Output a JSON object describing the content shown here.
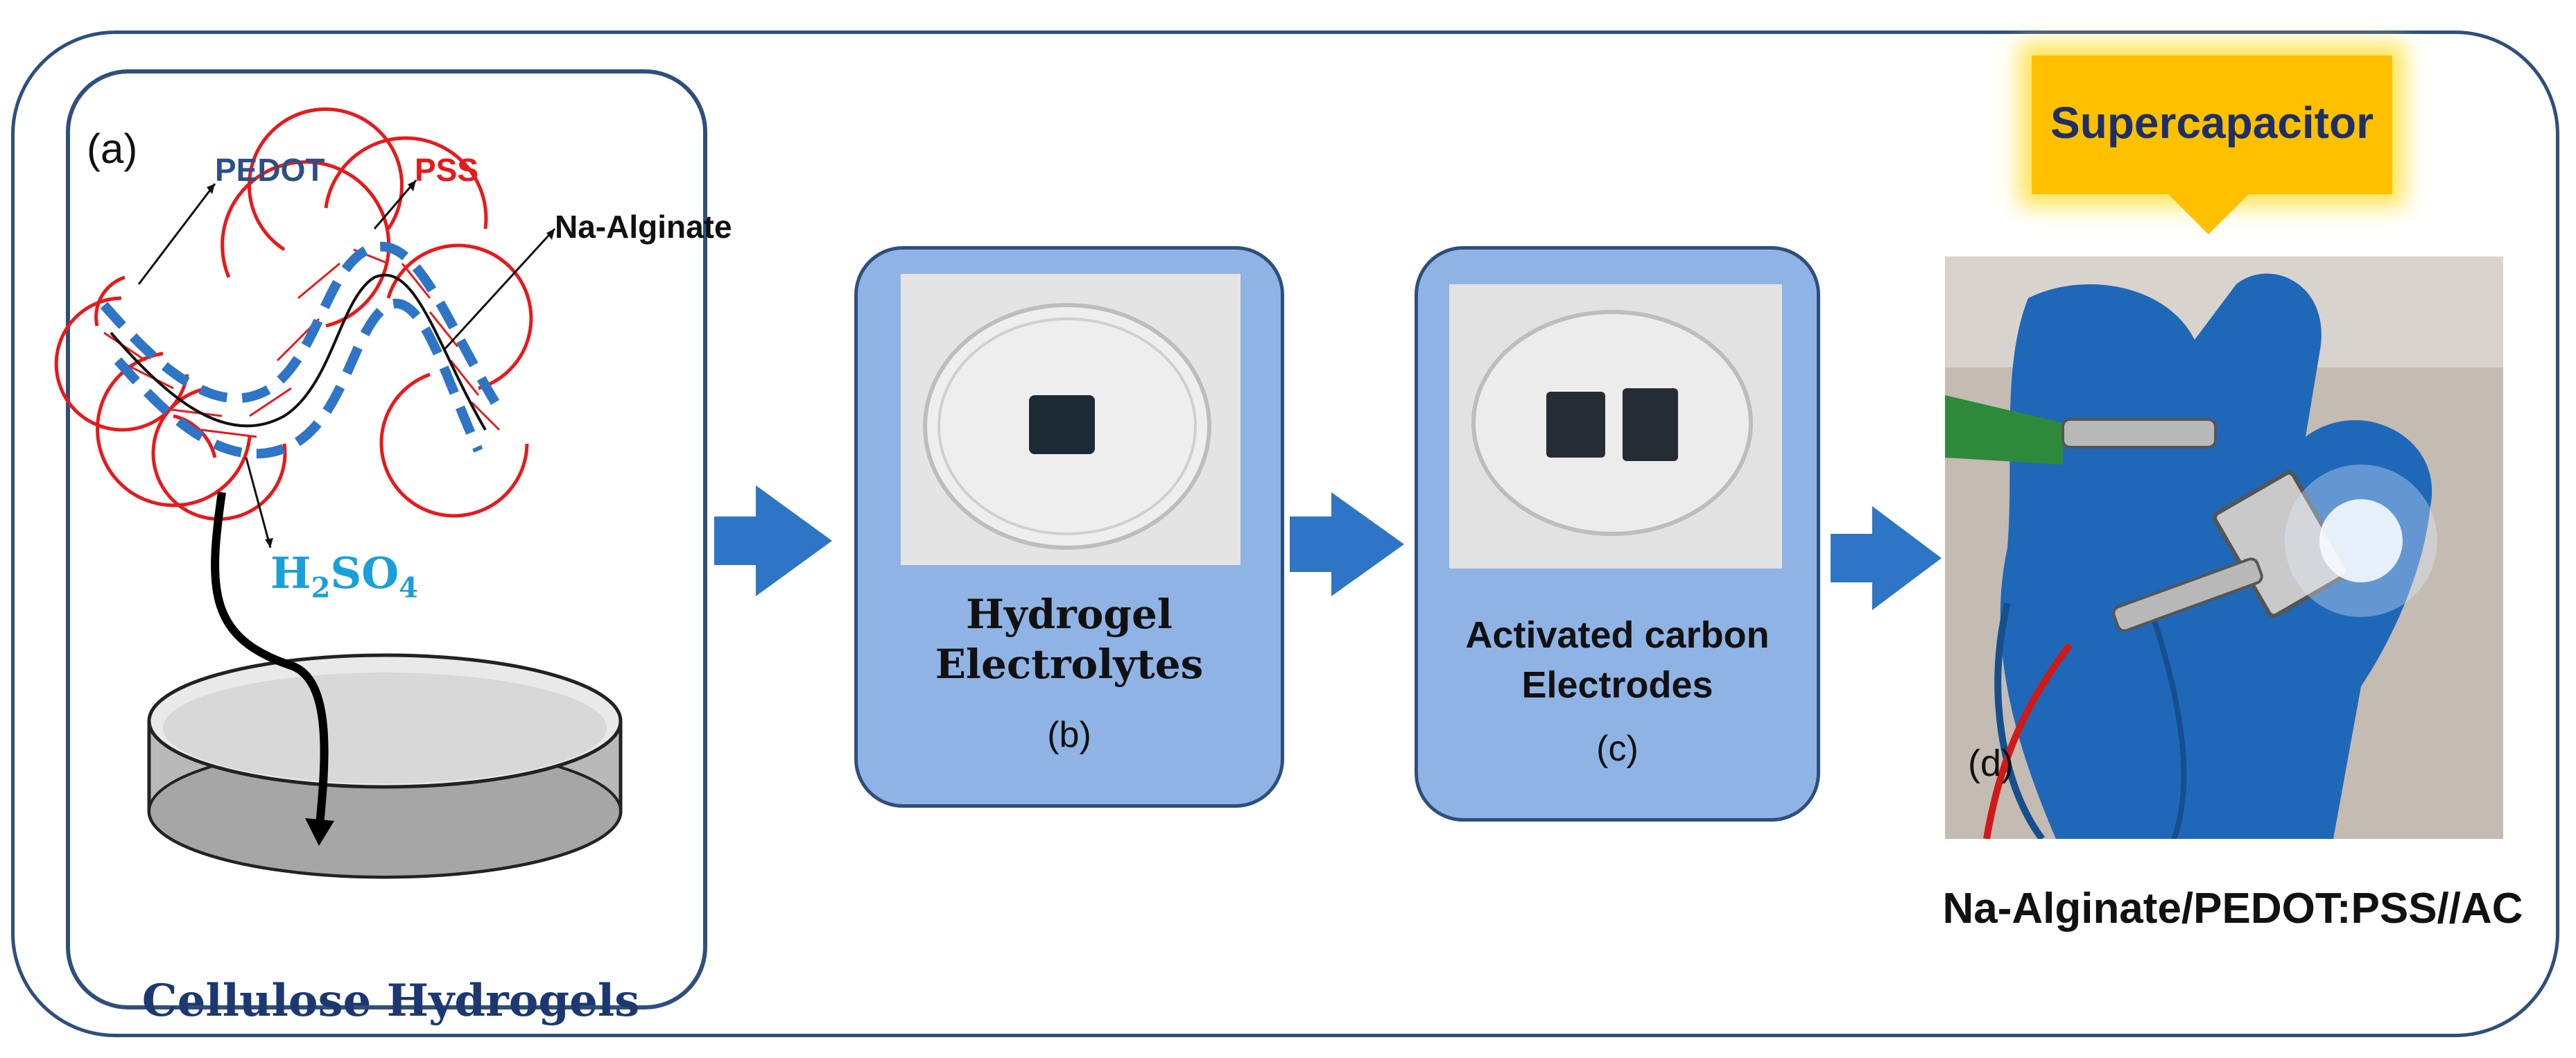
{
  "panel_a": {
    "label": "(a)",
    "pedot": "PEDOT",
    "pss": "PSS",
    "alginate": "Na-Alginate",
    "acid_main": "H",
    "acid_sub1": "2",
    "acid_mid": "SO",
    "acid_sub2": "4",
    "title": "Cellulose Hydrogels"
  },
  "panel_b": {
    "title_line1": "Hydrogel",
    "title_line2": "Electrolytes",
    "tag": "(b)"
  },
  "panel_c": {
    "title_line1": "Activated carbon",
    "title_line2": "Electrodes",
    "tag": "(c)"
  },
  "panel_d": {
    "banner": "Supercapacitor",
    "tag": "(d)",
    "caption": "Na-Alginate/PEDOT:PSS//AC"
  },
  "colors": {
    "frame": "#2e4f7e",
    "card_fill": "#8fb3e4",
    "arrow": "#2f75c6",
    "pedot": "#2f75c6",
    "pss": "#e8191a",
    "acid": "#1aa0d8",
    "banner": "#ffc000",
    "glove": "#1f68b8"
  }
}
